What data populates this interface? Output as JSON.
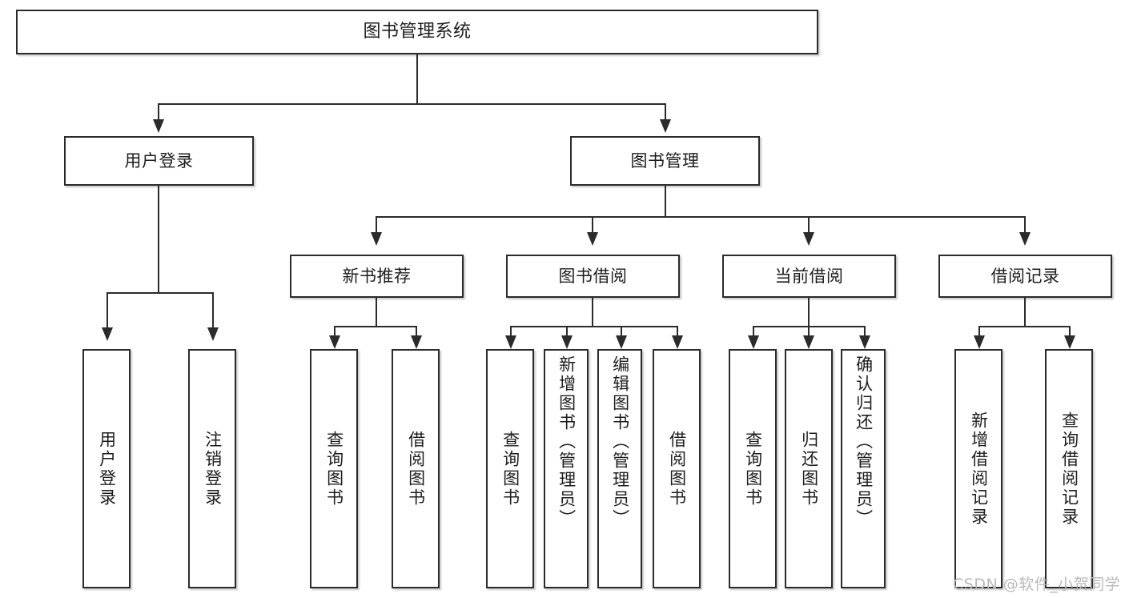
{
  "diagram": {
    "type": "tree-hierarchy-chart",
    "title": "图书管理系统",
    "root": {
      "label": "图书管理系统"
    },
    "level2": [
      {
        "label": "用户登录"
      },
      {
        "label": "图书管理"
      }
    ],
    "level3": [
      {
        "label": "新书推荐"
      },
      {
        "label": "图书借阅"
      },
      {
        "label": "当前借阅"
      },
      {
        "label": "借阅记录"
      }
    ],
    "leaves": {
      "user_login": [
        {
          "label": "用户登录"
        },
        {
          "label": "注销登录"
        }
      ],
      "new_book_recommend": [
        {
          "label": "查询图书"
        },
        {
          "label": "借阅图书"
        }
      ],
      "book_borrow": [
        {
          "label": "查询图书"
        },
        {
          "label": "新增图书（管理员）"
        },
        {
          "label": "编辑图书（管理员）"
        },
        {
          "label": "借阅图书"
        }
      ],
      "current_borrow": [
        {
          "label": "查询图书"
        },
        {
          "label": "归还图书"
        },
        {
          "label": "确认归还（管理员）"
        }
      ],
      "borrow_record": [
        {
          "label": "新增借阅记录"
        },
        {
          "label": "查询借阅记录"
        }
      ]
    }
  },
  "watermark": {
    "text": "CSDN @软件_小贺同学"
  },
  "colors": {
    "stroke": "#2b2b2b",
    "fill": "#ffffff",
    "text": "#1d1d1d",
    "watermark": "#b9b9b9"
  }
}
